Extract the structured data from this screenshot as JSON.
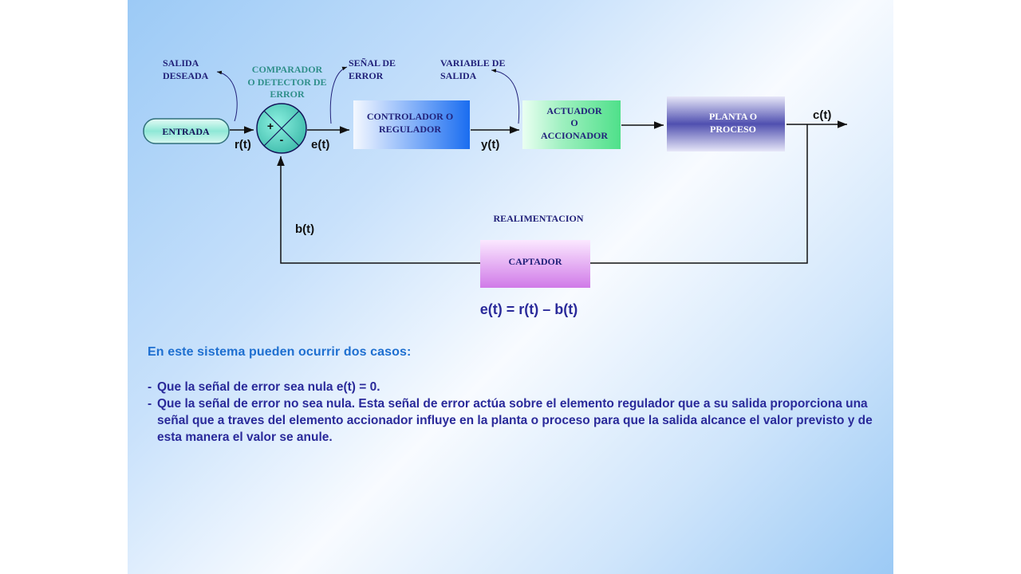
{
  "diagram": {
    "labels": {
      "salida_deseada_1": "SALIDA",
      "salida_deseada_2": "DESEADA",
      "comparador_1": "COMPARADOR",
      "comparador_2": "O DETECTOR DE",
      "comparador_3": "ERROR",
      "senal_error_1": "SEÑAL DE",
      "senal_error_2": "ERROR",
      "variable_salida_1": "VARIABLE DE",
      "variable_salida_2": "SALIDA",
      "realimentacion": "REALIMENTACION"
    },
    "blocks": {
      "entrada": "ENTRADA",
      "controlador_1": "CONTROLADOR O",
      "controlador_2": "REGULADOR",
      "actuador_1": "ACTUADOR",
      "actuador_2": "O",
      "actuador_3": "ACCIONADOR",
      "planta_1": "PLANTA O",
      "planta_2": "PROCESO",
      "captador": "CAPTADOR"
    },
    "comparator_signs": {
      "plus": "+",
      "minus": "-"
    },
    "signals": {
      "r": "r(t)",
      "e": "e(t)",
      "y": "y(t)",
      "c": "c(t)",
      "b": "b(t)"
    },
    "equation": "e(t) = r(t) – b(t)"
  },
  "text": {
    "heading": "En este sistema pueden ocurrir dos casos:",
    "cases": [
      "Que la señal de error sea nula e(t) = 0.",
      "Que la señal de error no sea nula. Esta señal de error actúa sobre el elemento regulador que a su salida proporciona una señal que a traves del elemento accionador influye en la planta o proceso para que la salida alcance el valor previsto y de esta manera el valor se anule."
    ],
    "bullet": "-"
  },
  "colors": {
    "label_navy": "#22227a",
    "comparator_label": "#2f8f8a",
    "controller_blue": "#1a6df0",
    "actuator_green": "#4fe08a",
    "plant_purple": "#5050b0",
    "captador_violet": "#d07ae8",
    "heading_blue": "#1e6fd0",
    "body_text": "#2a2a9a"
  }
}
